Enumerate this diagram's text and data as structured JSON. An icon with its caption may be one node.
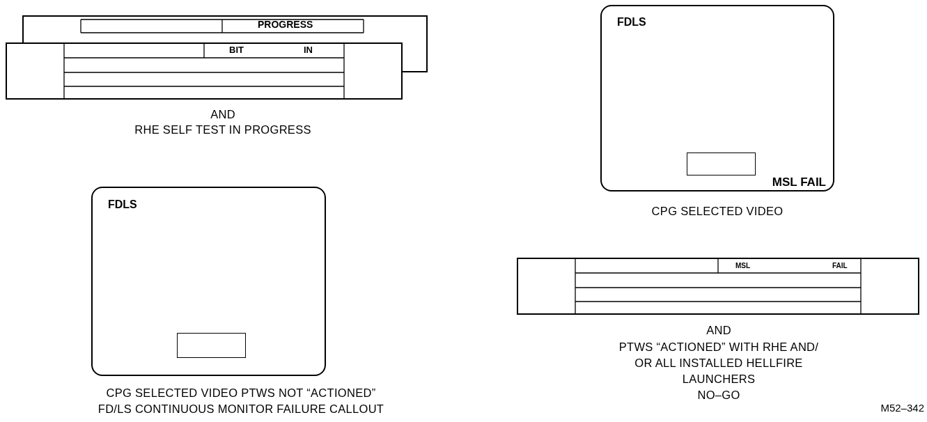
{
  "diagram": {
    "nodes": [
      {
        "text": [
          "PROGRESS"
        ]
      },
      {
        "text": [
          "BIT",
          "IN"
        ],
        "beside": [
          "AND",
          "RHE SELF TEST IN PROGRESS"
        ]
      },
      {
        "text": [
          "FDLS",
          "MSL FAIL"
        ],
        "beside": [
          "CPG SELECTED VIDEO"
        ]
      },
      {
        "text": [],
        "shape": "box",
        "in": 2
      },
      {
        "text": [
          "FDLS"
        ],
        "beside": [
          "CPG SELECTED VIDEO PTWS NOT “ACTIONED” FD/LS CONTINUOUS MONITOR FAILURE CALLOUT"
        ]
      },
      {
        "text": [],
        "shape": "box",
        "in": 4
      },
      {
        "text": [
          "MSL",
          "FAIL"
        ],
        "beside": [
          "AND",
          "PTWS “ACTIONED” WITH RHE AND/ OR ALL INSTALLED HELLFIRE LAUNCHERS",
          "NO–GO"
        ]
      }
    ],
    "labels": [
      "M52–342"
    ]
  }
}
